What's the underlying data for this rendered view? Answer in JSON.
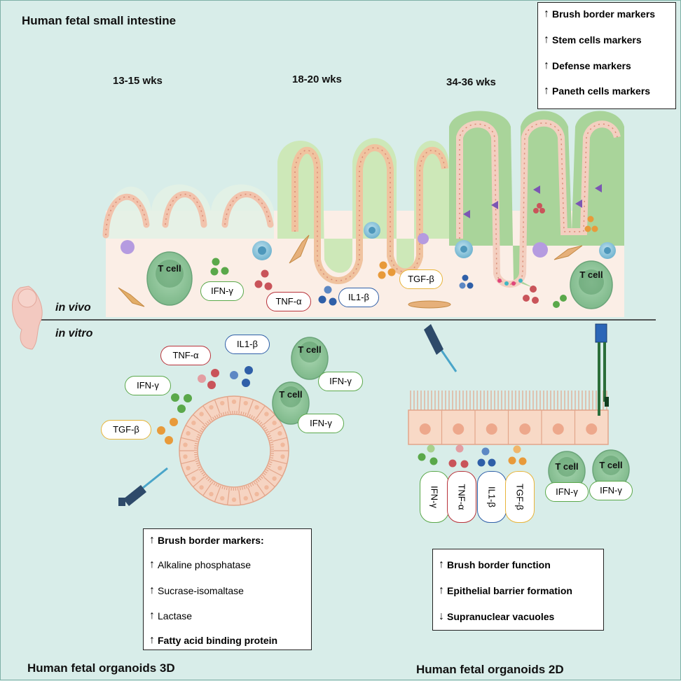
{
  "title": "Human fetal small intestine",
  "stages": [
    "13-15 wks",
    "18-20 wks",
    "34-36 wks"
  ],
  "legend_top": [
    {
      "arrow": "up",
      "text": "Brush border markers"
    },
    {
      "arrow": "up",
      "text": "Stem cells markers"
    },
    {
      "arrow": "up",
      "text": "Defense markers"
    },
    {
      "arrow": "up",
      "text": "Paneth cells markers"
    }
  ],
  "in_vivo": "in vivo",
  "in_vitro": "in vitro",
  "tcell_label": "T cell",
  "cytokines": {
    "ifn": "IFN-γ",
    "tnf": "TNF-α",
    "il1": "IL1-β",
    "tgf": "TGF-β"
  },
  "box_3d": [
    {
      "arrow": "up",
      "text": "Brush border markers:",
      "bold": true
    },
    {
      "arrow": "up",
      "text": "Alkaline phosphatase",
      "bold": false
    },
    {
      "arrow": "up",
      "text": "Sucrase-isomaltase",
      "bold": false
    },
    {
      "arrow": "up",
      "text": "Lactase",
      "bold": false
    },
    {
      "arrow": "up",
      "text": "Fatty acid binding protein",
      "bold": true
    }
  ],
  "box_2d": [
    {
      "arrow": "up",
      "text": "Brush border function"
    },
    {
      "arrow": "up",
      "text": "Epithelial barrier formation"
    },
    {
      "arrow": "down",
      "text": "Supranuclear vacuoles"
    }
  ],
  "label_3d": "Human fetal organoids 3D",
  "label_2d": "Human fetal organoids 2D",
  "colors": {
    "background": "#d8ede9",
    "ifn": "#5aa84a",
    "tnf": "#b8323a",
    "il1": "#2f5fa8",
    "tgf": "#e8b43a",
    "tissue": "#fbe6dc",
    "epithelium": "#f3c6ae",
    "villus_green": "#b9dca6",
    "tcell": "#8fc49a"
  }
}
